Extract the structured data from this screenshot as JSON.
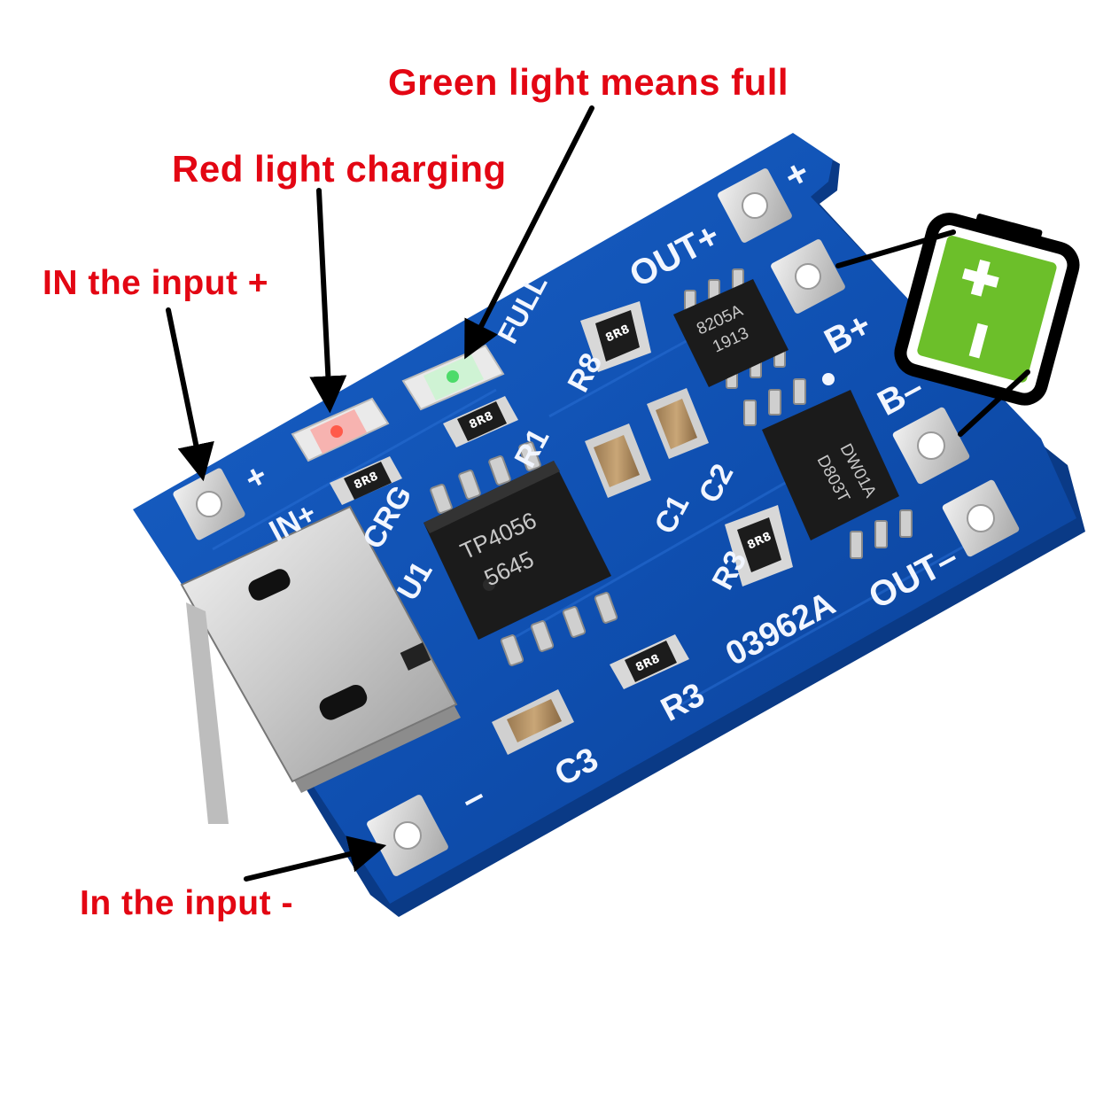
{
  "callouts": {
    "green_full": "Green light means full",
    "red_charging": "Red light charging",
    "input_plus": "IN the input +",
    "input_minus": "In the input -"
  },
  "board": {
    "label_in_plus": "IN+",
    "label_plus_left": "+",
    "label_minus_left": "–",
    "label_plus_right": "+",
    "label_out_plus": "OUT+",
    "label_b_plus": "B+",
    "label_b_minus": "B–",
    "label_out_minus": "OUT–",
    "label_crg": "CRG",
    "label_full": "FULL",
    "label_u1": "U1",
    "label_r1": "R1",
    "label_r8": "R8",
    "label_c1": "C1",
    "label_c2": "C2",
    "label_r3_upper": "R3",
    "label_r3_lower": "R3",
    "label_c3": "C3",
    "label_board_code": "03962A",
    "chip_main_line1": "TP4056",
    "chip_main_line2": "5645",
    "chip_mosfet_line1": "8205A",
    "chip_mosfet_line2": "1913",
    "chip_protect_line1": "DW01A",
    "chip_protect_line2": "D803T",
    "resistor_code": "8R8"
  },
  "colors": {
    "callout_text": "#e30613",
    "pcb_blue": "#0f4fb0",
    "pcb_edge": "#0a3a86",
    "battery_green": "#6cbf2a",
    "led_green": "#4ddb6a",
    "led_red": "#ff5a4a"
  },
  "icons": {
    "battery": "battery-icon",
    "arrow": "arrow-icon"
  }
}
